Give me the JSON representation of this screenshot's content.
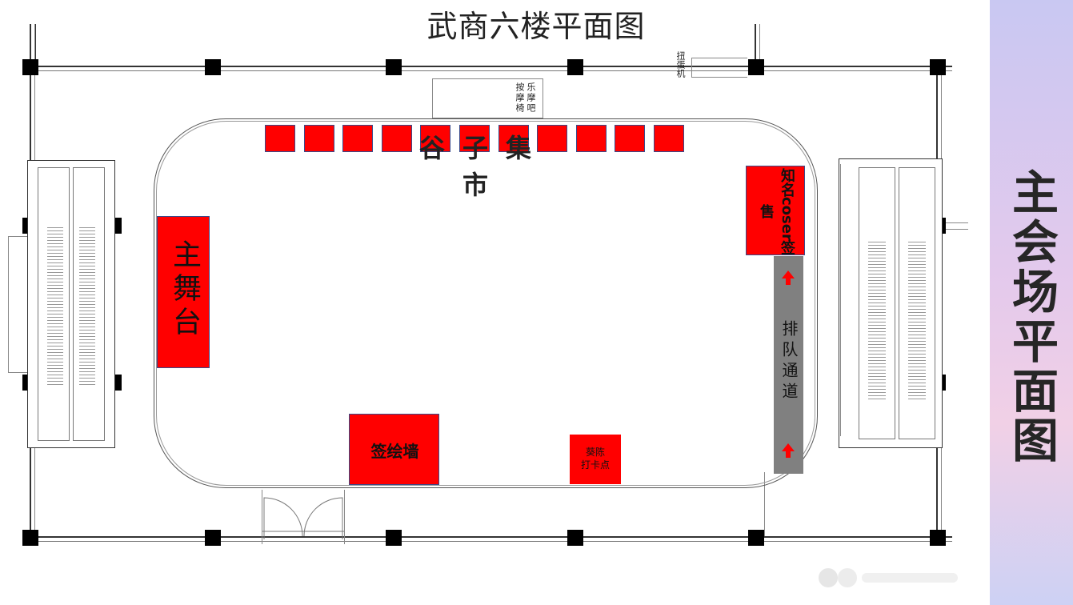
{
  "map": {
    "title": "武商六楼平面图",
    "market_label": "谷子集市",
    "stage_label": "主舞台",
    "signing_wall_label": "签绘墙",
    "photo_spot_label_line1": "葵陈",
    "photo_spot_label_line2": "打卡点",
    "coser_label": "知名coser签售",
    "queue_label": "排队通道",
    "massage_label": "乐摩吧按摩椅",
    "claw_machine_label": "扭蛋机"
  },
  "sidebar": {
    "title": "主会场平面图"
  },
  "colors": {
    "booth_red": "#ff0000",
    "queue_gray": "#808080",
    "sidebar_gradient": [
      "#c9c8f2",
      "#f1d0e6",
      "#cdd1f4"
    ]
  }
}
